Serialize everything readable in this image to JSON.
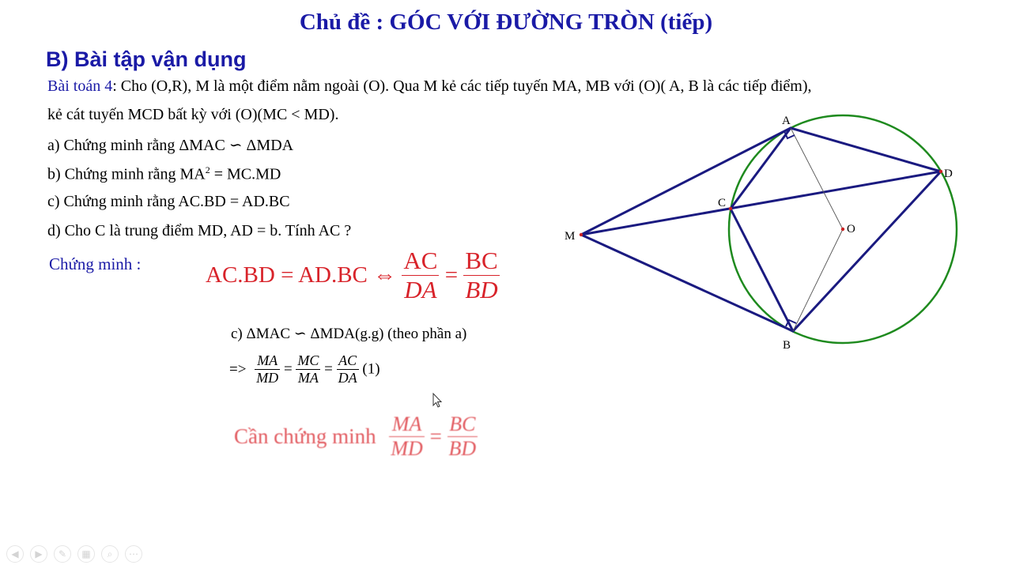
{
  "title": "Chủ đề : GÓC VỚI ĐƯỜNG TRÒN (tiếp)",
  "section": "B) Bài tập vận dụng",
  "problem": {
    "label": "Bài toán 4",
    "text1": ": Cho (O,R), M là một điểm  nằm ngoài (O). Qua M kẻ các tiếp tuyến MA, MB với (O)( A, B là các tiếp điểm),",
    "text2": "kẻ cát tuyến MCD bất kỳ  với (O)(MC < MD)."
  },
  "questions": {
    "a": "a) Chứng minh rằng ΔMAC ∽  ΔMDA",
    "b_prefix": "b) Chứng minh rằng MA",
    "b_sup": "2",
    "b_suffix": " = MC.MD",
    "c": "c) Chứng minh rằng AC.BD = AD.BC",
    "d": "d) Cho C là trung điểm MD, AD = b. Tính AC ?"
  },
  "proof_label": "Chứng minh :",
  "main_equation": {
    "lhs": "AC.BD = AD.BC",
    "iff": "⇔",
    "f1_num": "AC",
    "f1_den": "DA",
    "eq": "=",
    "f2_num": "BC",
    "f2_den": "BD"
  },
  "step_c": "c) ΔMAC ∽ ΔMDA(g.g) (theo phần a)",
  "step_eq": {
    "arrow": "=>",
    "f1_num": "MA",
    "f1_den": "MD",
    "f2_num": "MC",
    "f2_den": "MA",
    "f3_num": "AC",
    "f3_den": "DA",
    "eq": "=",
    "ref": "(1)"
  },
  "faded_step": {
    "text": "Cần chứng minh",
    "f1_num": "MA",
    "f1_den": "MD",
    "eq": "=",
    "f2_num": "BC",
    "f2_den": "BD"
  },
  "diagram": {
    "labels": {
      "A": "A",
      "B": "B",
      "C": "C",
      "D": "D",
      "M": "M",
      "O": "O"
    },
    "circle_color": "#1e8a1e",
    "line_color": "#1a1a80"
  },
  "toolbar": [
    "prev-icon",
    "next-icon",
    "pen-icon",
    "slides-icon",
    "zoom-icon",
    "more-icon"
  ],
  "colors": {
    "heading": "#1a1aa6",
    "equation": "#d8232a"
  }
}
